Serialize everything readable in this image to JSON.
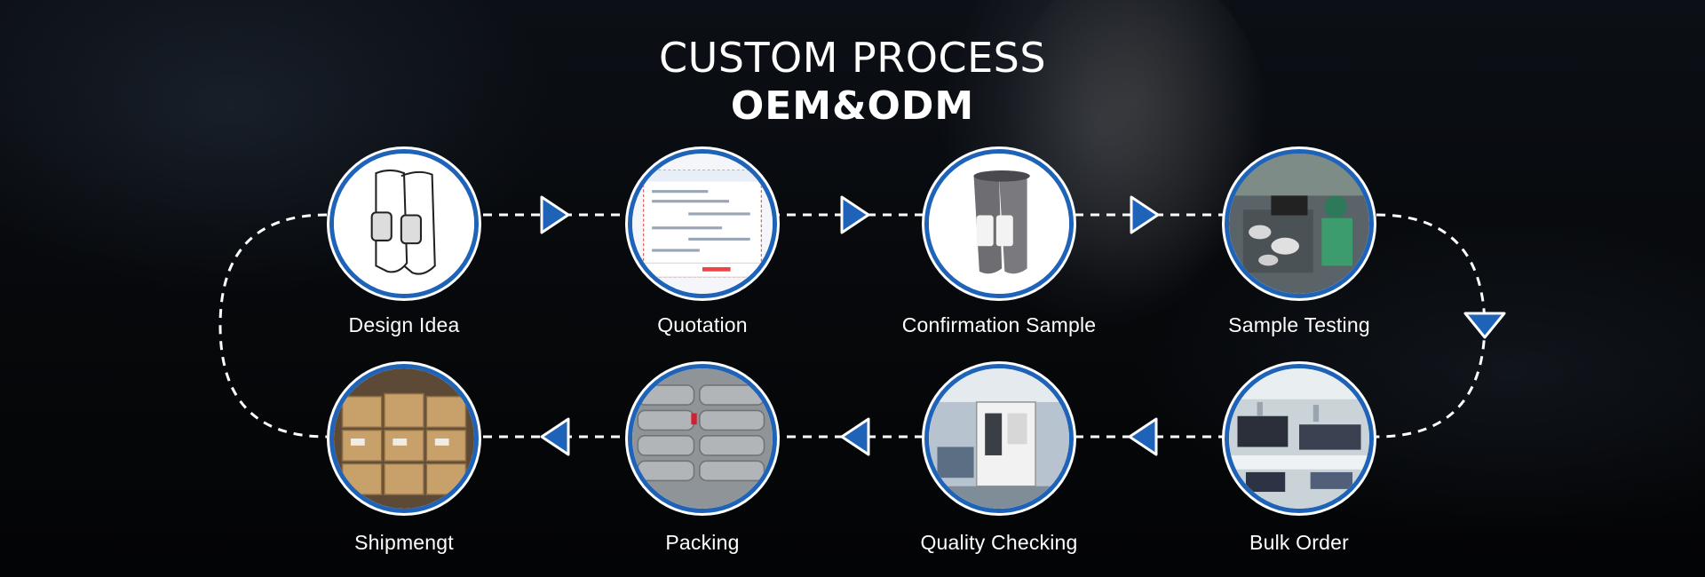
{
  "title": {
    "main": "CUSTOM PROCESS",
    "sub": "OEM&ODM"
  },
  "steps": [
    {
      "label": "Design Idea",
      "icon": "leg-sleeve-sketch-icon"
    },
    {
      "label": "Quotation",
      "icon": "chat-screenshot-icon"
    },
    {
      "label": "Confirmation Sample",
      "icon": "leg-sleeve-sample-icon"
    },
    {
      "label": "Sample Testing",
      "icon": "workshop-testing-icon"
    },
    {
      "label": "Bulk Order",
      "icon": "production-line-icon"
    },
    {
      "label": "Quality Checking",
      "icon": "inspection-machine-icon"
    },
    {
      "label": "Packing",
      "icon": "packed-cases-icon"
    },
    {
      "label": "Shipmengt",
      "icon": "carton-boxes-icon"
    }
  ],
  "colors": {
    "accent": "#1f63b8",
    "path": "#ffffff",
    "text": "#ffffff",
    "background": "#050608"
  }
}
